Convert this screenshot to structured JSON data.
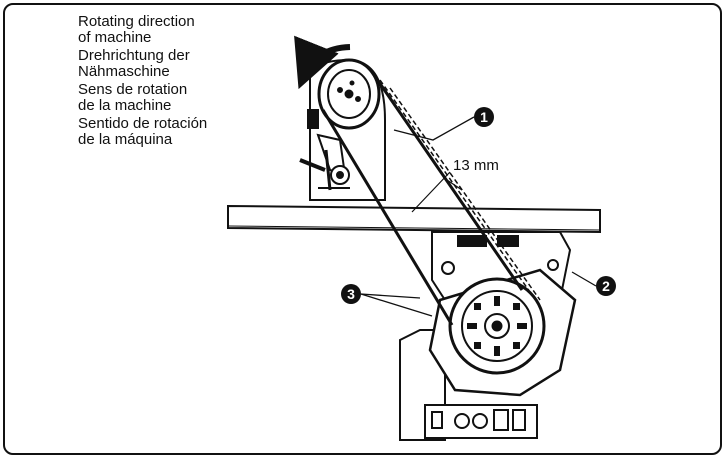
{
  "caption": {
    "en": [
      "Rotating direction",
      "of machine"
    ],
    "de": [
      "Drehrichtung der",
      "Nähmaschine"
    ],
    "fr": [
      "Sens de rotation",
      "de la machine"
    ],
    "es": [
      "Sentido de rotación",
      "de la máquina"
    ]
  },
  "dimension_label": "13 mm",
  "callouts": [
    "1",
    "2",
    "3"
  ]
}
